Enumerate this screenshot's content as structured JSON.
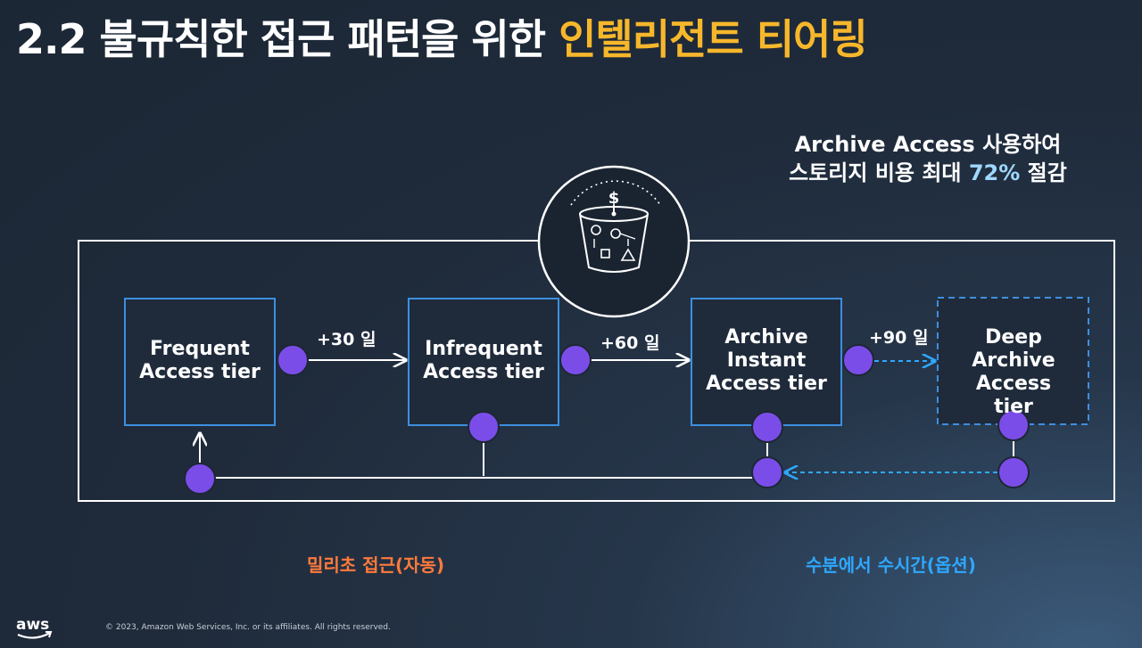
{
  "title": {
    "main": "2.2 불규칙한 접근 패턴을 위한",
    "highlight": "인텔리전트 티어링"
  },
  "note": {
    "line1": "Archive Access 사용하여",
    "line2_prefix": "스토리지 비용 최대",
    "line2_pct": "72%",
    "line2_suffix": "절감"
  },
  "tiers": [
    {
      "label": "Frequent Access tier"
    },
    {
      "label": "Infrequent Access tier"
    },
    {
      "label": "Archive Instant Access tier"
    },
    {
      "label": "Deep Archive Access tier"
    }
  ],
  "transitions": [
    "+30 일",
    "+60 일",
    "+90 일"
  ],
  "bottom": {
    "left": "밀리초 접근(자동)",
    "right": "수분에서 수시간(옵션)"
  },
  "footer": "© 2023, Amazon Web Services, Inc. or its affiliates. All rights reserved.",
  "logo": "aws",
  "bucket_symbol": "$",
  "colors": {
    "accent_yellow": "#f7b72b",
    "tier_border": "#3d8fe0",
    "dot": "#7b4de8",
    "label_orange": "#ff7a3c",
    "label_blue": "#2ea8ff",
    "pct_blue": "#9fd8ff"
  },
  "icons": [
    "s3-intelligent-tiering-bucket-icon",
    "aws-logo-icon"
  ]
}
